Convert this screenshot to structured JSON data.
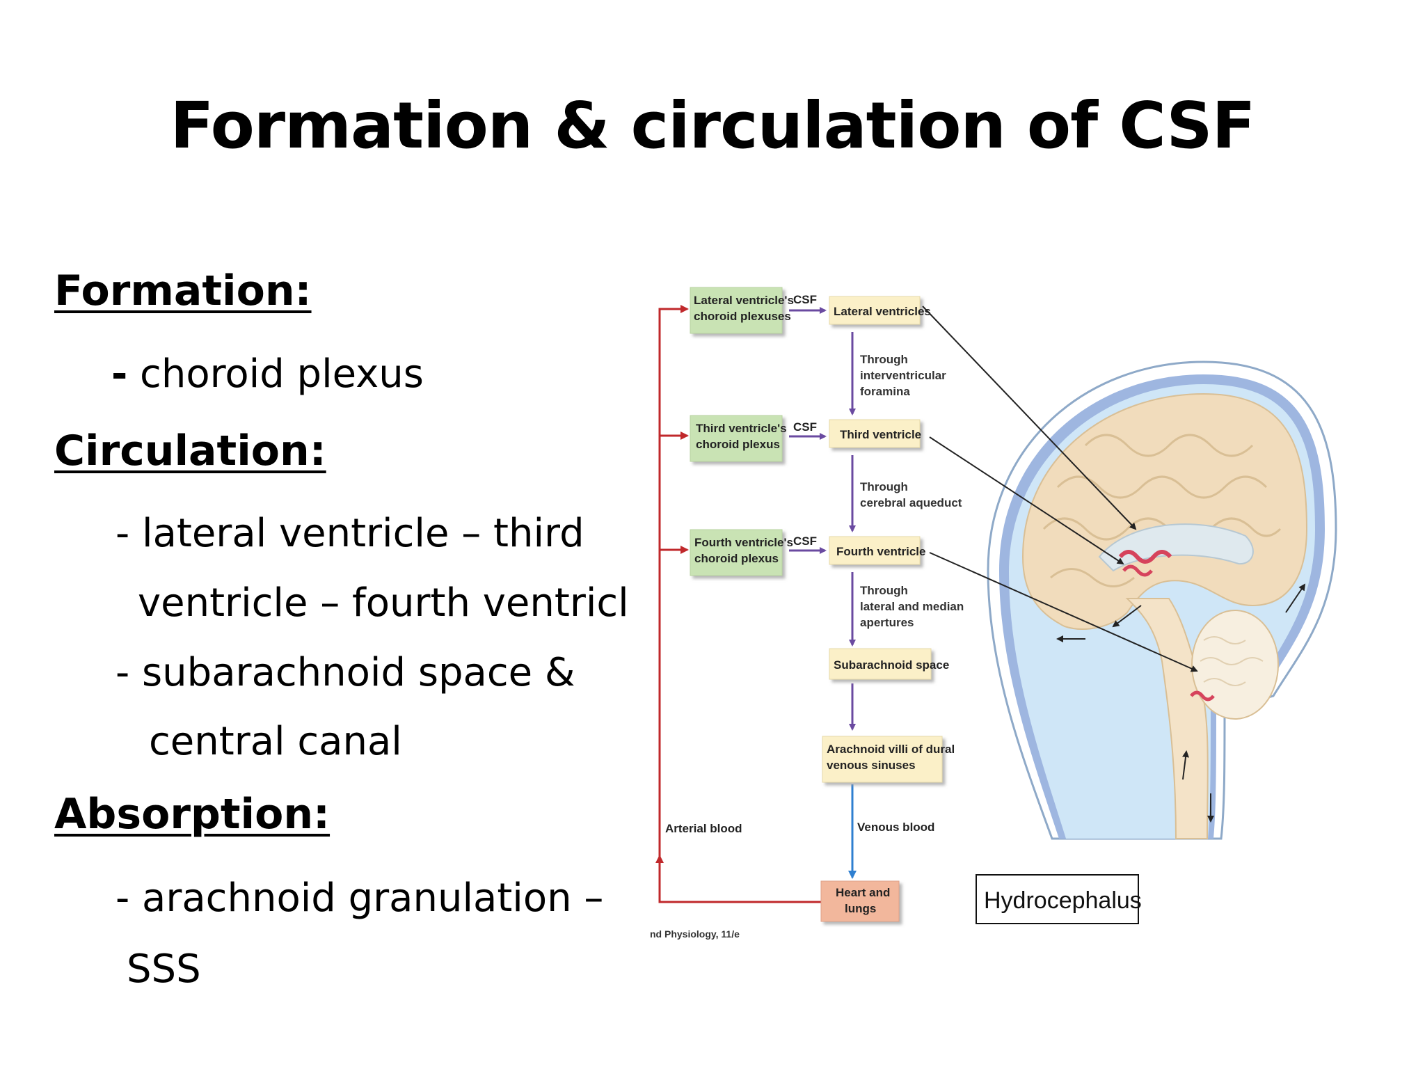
{
  "slide": {
    "title": "Formation & circulation of CSF",
    "formation_heading": "Formation:",
    "formation_dash": "-",
    "formation_item": " choroid plexus",
    "circulation_heading": "Circulation:",
    "circulation_lines": [
      "- lateral ventricle – third",
      "ventricle – fourth ventricl",
      "- subarachnoid space &",
      "central canal"
    ],
    "absorption_heading": "Absorption:",
    "absorption_lines": [
      "- arachnoid granulation –",
      "SSS"
    ]
  },
  "diagram": {
    "plexus_boxes": [
      [
        "Lateral ventricle's",
        "choroid plexuses"
      ],
      [
        "Third ventricle's",
        "choroid plexus"
      ],
      [
        "Fourth ventricle's",
        "choroid plexus"
      ]
    ],
    "csf_label": "CSF",
    "ventricle_boxes": [
      "Lateral ventricles",
      "Third ventricle",
      "Fourth ventricle"
    ],
    "through_labels": [
      [
        "Through",
        "interventricular",
        "foramina"
      ],
      [
        "Through",
        "cerebral aqueduct"
      ],
      [
        "Through",
        "lateral and median",
        "apertures"
      ]
    ],
    "subarachnoid_box": "Subarachnoid space",
    "villi_box": [
      "Arachnoid villi of dural",
      "venous sinuses"
    ],
    "arterial_label": "Arterial blood",
    "venous_label": "Venous blood",
    "heart_box": [
      "Heart and",
      "lungs"
    ],
    "credit": "nd Physiology, 11/e",
    "hydrocephalus_label": "Hydrocephalus",
    "colors": {
      "plexus_fill": "#c9e3b4",
      "ventricle_fill": "#fbf0c8",
      "heart_fill": "#f2b79c",
      "arterial_red": "#c0282b",
      "purple_arrow": "#6a4aa0",
      "blue_arrow": "#2f7fd0",
      "csf_blue": "#a9d4ef",
      "brain_tan": "#f1dcbc"
    }
  }
}
